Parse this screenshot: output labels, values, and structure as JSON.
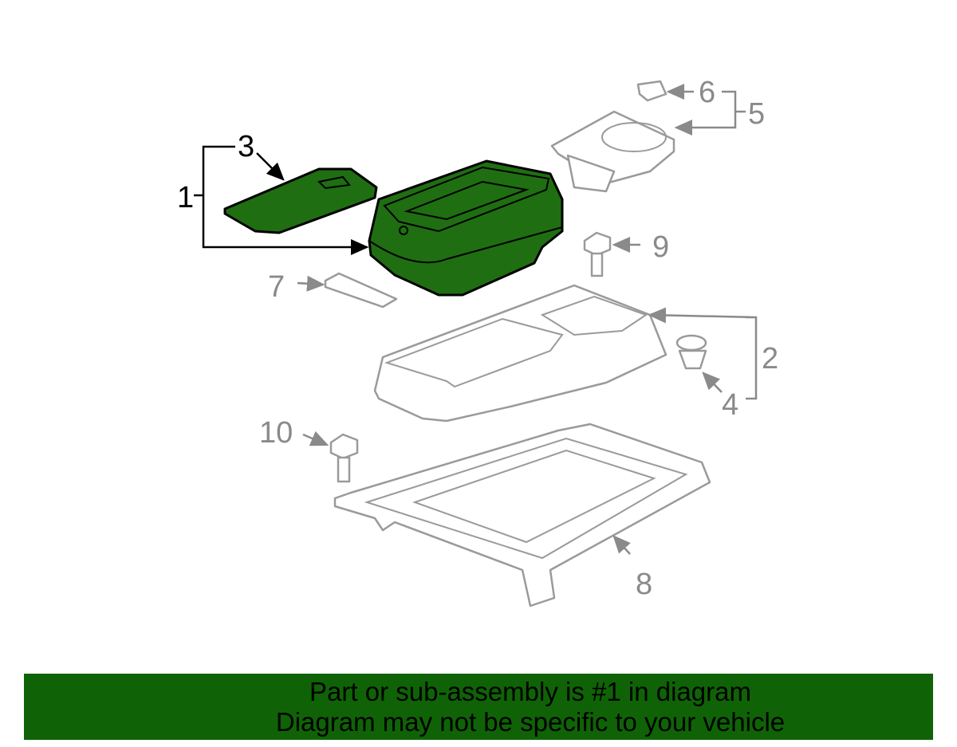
{
  "diagram": {
    "callouts": [
      "1",
      "2",
      "3",
      "4",
      "5",
      "6",
      "7",
      "8",
      "9",
      "10"
    ],
    "highlight_color": "#1f6e12",
    "highlighted_part": "1"
  },
  "banner": {
    "line1": "Part or sub-assembly is #1 in diagram",
    "line2": "Diagram may not be specific to your vehicle",
    "background": "#0f6306"
  }
}
